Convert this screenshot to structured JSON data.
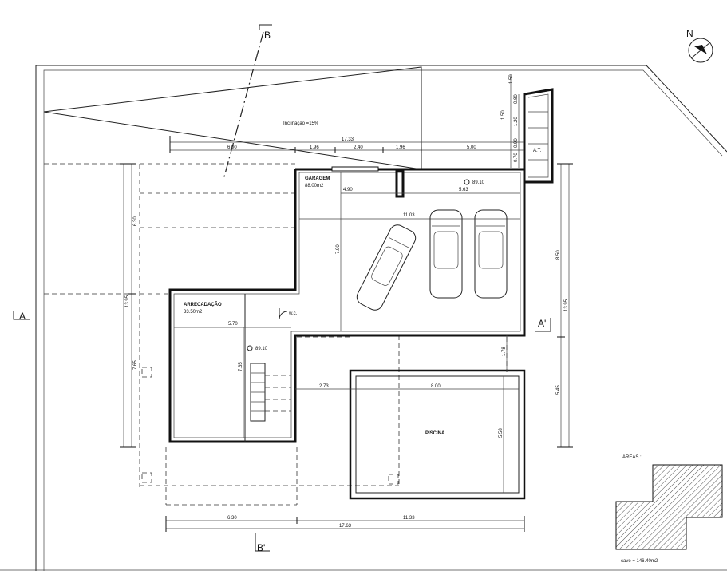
{
  "sections": {
    "a": "A",
    "a_prime": "A'",
    "b": "B",
    "b_prime": "B'"
  },
  "north": "N",
  "ramp": {
    "label": "Inclinação =15%"
  },
  "rooms": {
    "garagem": {
      "name": "GARAGEM",
      "area": "88.00m2",
      "level": "89.10"
    },
    "arrecadacao": {
      "name": "ARRECADAÇÃO",
      "area": "33.50m2",
      "level": "89.10"
    },
    "piscina": {
      "name": "PISCINA"
    },
    "wc": {
      "name": "w.c."
    },
    "at": {
      "name": "A.T."
    }
  },
  "dimensions": {
    "top": [
      "17.33",
      "6.00",
      "1.96",
      "2.40",
      "1.96",
      "5.00"
    ],
    "garage": [
      "4.90",
      "5.63",
      "11.03",
      "7.90"
    ],
    "store": [
      "5.70",
      "7.65"
    ],
    "pool": [
      "2.73",
      "8.00",
      "1.78",
      "5.58"
    ],
    "left": [
      "6.30",
      "13.95",
      "7.65"
    ],
    "right": [
      "8.50",
      "13.95",
      "5.45"
    ],
    "stair": [
      "1.50",
      "1.50",
      "0.80",
      "1.20",
      "0.90",
      "0.70"
    ],
    "bottom": [
      "6.30",
      "11.33",
      "17.63"
    ]
  },
  "areas": {
    "title": "ÁREAS :",
    "cave": "cave = 146.40m2"
  },
  "colors": {
    "ink": "#111111",
    "paper": "#ffffff"
  }
}
